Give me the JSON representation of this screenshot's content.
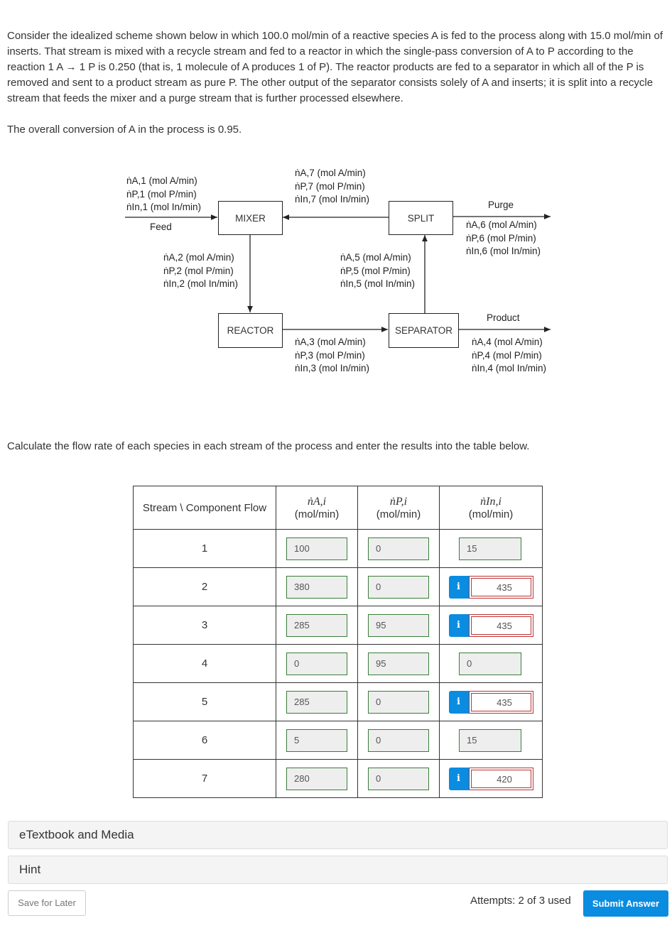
{
  "problem": {
    "intro": "Consider the idealized scheme shown below in which 100.0 mol/min of a reactive species A is fed to the process along with 15.0 mol/min of inserts. That stream is mixed with a recycle stream and fed to a reactor in which the single-pass conversion of A to P according to the reaction 1 A → 1 P is 0.250 (that is, 1 molecule of A produces 1 of P). The reactor products are fed to a separator in which all of the P is removed and sent to a product stream as pure P. The other output of the separator consists solely of A and inserts; it is split into a recycle stream that feeds the mixer and a purge stream that is further processed elsewhere.",
    "overall": "The overall conversion of A in the process is 0.95.",
    "instruction": "Calculate the flow rate of each species in each stream of the process and enter the results into the table below."
  },
  "diagram": {
    "boxes": {
      "mixer": "MIXER",
      "split": "SPLIT",
      "reactor": "REACTOR",
      "separator": "SEPARATOR"
    },
    "stream_names": {
      "feed": "Feed",
      "purge": "Purge",
      "product": "Product"
    },
    "streams": {
      "s1": [
        "ṅA,1 (mol A/min)",
        "ṅP,1 (mol P/min)",
        "ṅIn,1 (mol In/min)"
      ],
      "s2": [
        "ṅA,2 (mol A/min)",
        "ṅP,2 (mol P/min)",
        "ṅIn,2 (mol In/min)"
      ],
      "s3": [
        "ṅA,3 (mol A/min)",
        "ṅP,3 (mol P/min)",
        "ṅIn,3 (mol In/min)"
      ],
      "s4": [
        "ṅA,4 (mol A/min)",
        "ṅP,4 (mol P/min)",
        "ṅIn,4 (mol In/min)"
      ],
      "s5": [
        "ṅA,5 (mol A/min)",
        "ṅP,5 (mol P/min)",
        "ṅIn,5 (mol In/min)"
      ],
      "s6": [
        "ṅA,6 (mol A/min)",
        "ṅP,6 (mol P/min)",
        "ṅIn,6 (mol In/min)"
      ],
      "s7": [
        "ṅA,7 (mol A/min)",
        "ṅP,7 (mol P/min)",
        "ṅIn,7 (mol In/min)"
      ]
    }
  },
  "table": {
    "corner": "Stream \\ Component Flow",
    "columns": [
      {
        "symbol": "ṅA,i",
        "unit": "(mol/min)"
      },
      {
        "symbol": "ṅP,i",
        "unit": "(mol/min)"
      },
      {
        "symbol": "ṅIn,i",
        "unit": "(mol/min)"
      }
    ],
    "rows": [
      {
        "stream": "1",
        "a": "100",
        "p": "0",
        "in": "15",
        "in_status": "correct"
      },
      {
        "stream": "2",
        "a": "380",
        "p": "0",
        "in": "435",
        "in_status": "incorrect"
      },
      {
        "stream": "3",
        "a": "285",
        "p": "95",
        "in": "435",
        "in_status": "incorrect"
      },
      {
        "stream": "4",
        "a": "0",
        "p": "95",
        "in": "0",
        "in_status": "correct"
      },
      {
        "stream": "5",
        "a": "285",
        "p": "0",
        "in": "435",
        "in_status": "incorrect"
      },
      {
        "stream": "6",
        "a": "5",
        "p": "0",
        "in": "15",
        "in_status": "correct"
      },
      {
        "stream": "7",
        "a": "280",
        "p": "0",
        "in": "420",
        "in_status": "incorrect"
      }
    ],
    "info_icon": "i"
  },
  "footer": {
    "etextbook": "eTextbook and Media",
    "hint": "Hint",
    "save": "Save for Later",
    "attempts": "Attempts: 2 of 3 used",
    "submit": "Submit Answer"
  },
  "colors": {
    "correct_border": "#3a7d3a",
    "incorrect_border": "#b33333",
    "accent": "#0a8ce0"
  }
}
